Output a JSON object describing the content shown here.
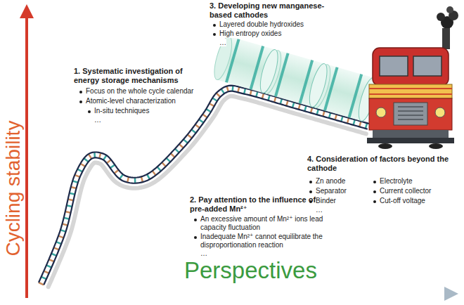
{
  "diagram": {
    "labels": [
      "Cycling stability",
      "Perspectives",
      "1. Systematic investigation of energy storage mechanisms",
      "Focus on the whole cycle calendar",
      "Atomic-level characterization",
      "In-situ techniques",
      "…",
      "2. Pay attention to the influence of pre-added Mn²⁺",
      "An excessive amount of Mn²⁺ ions lead capacity fluctuation",
      "Inadequate Mn²⁺ cannot equilibrate the disproportionation reaction",
      "…",
      "3. Developing new manganese-based cathodes",
      "Layered double hydroxides",
      "High entropy oxides",
      "…",
      "4. Consideration of factors beyond the cathode",
      "Zn anode",
      "Electrolyte",
      "Separator",
      "Current collector",
      "Binder",
      "Cut-off voltage",
      "…"
    ]
  }
}
